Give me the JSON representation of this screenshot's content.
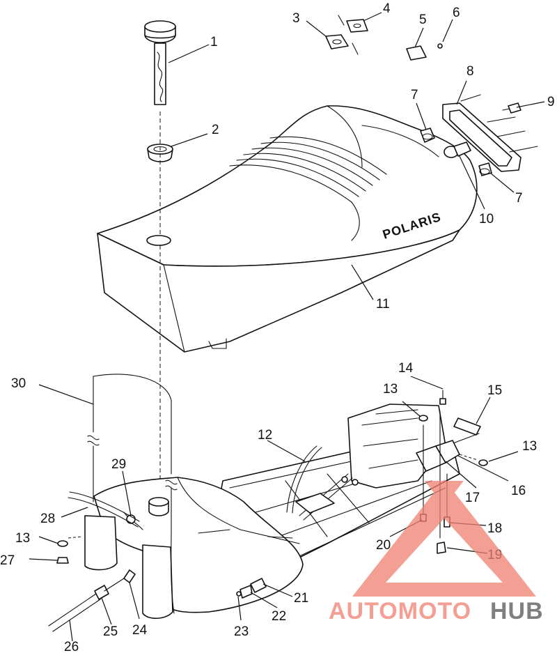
{
  "diagram": {
    "brand_text": "POLARIS",
    "callouts": [
      "1",
      "2",
      "3",
      "4",
      "5",
      "6",
      "7",
      "8",
      "9",
      "7",
      "10",
      "11",
      "12",
      "13",
      "14",
      "15",
      "13",
      "16",
      "17",
      "18",
      "19",
      "20",
      "21",
      "22",
      "23",
      "24",
      "25",
      "26",
      "27",
      "13",
      "28",
      "29",
      "30"
    ]
  },
  "watermark": {
    "part1": "AUTOMOTO",
    "part2": "HUB",
    "colors": {
      "accent": "#f08070",
      "dark": "#555555"
    }
  }
}
